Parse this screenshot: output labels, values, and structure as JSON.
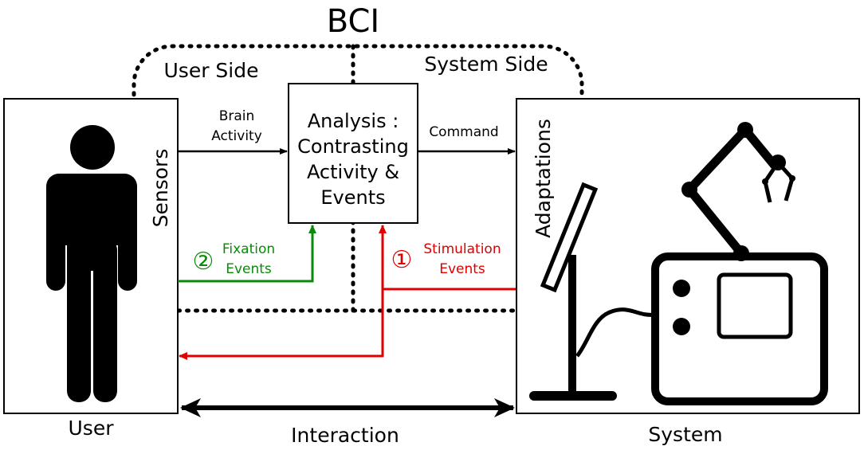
{
  "title": "BCI",
  "regions": {
    "user_side": "User Side",
    "system_side": "System Side"
  },
  "boxes": {
    "user": "User",
    "system": "System",
    "analysis": [
      "Analysis :",
      "Contrasting",
      "Activity &",
      "Events"
    ]
  },
  "side_labels": {
    "sensors": "Sensors",
    "adaptations": "Adaptations"
  },
  "arrows": {
    "brain_activity": [
      "Brain",
      "Activity"
    ],
    "command": "Command",
    "fixation_events": {
      "number": "②",
      "lines": [
        "Fixation",
        "Events"
      ]
    },
    "stimulation_events": {
      "number": "①",
      "lines": [
        "Stimulation",
        "Events"
      ]
    },
    "interaction": "Interaction"
  },
  "colors": {
    "green": "#0a8a0a",
    "red": "#e00000",
    "black": "#000000"
  },
  "icons": {
    "user": "person-icon",
    "system": "robot-arm-screen-icon"
  }
}
